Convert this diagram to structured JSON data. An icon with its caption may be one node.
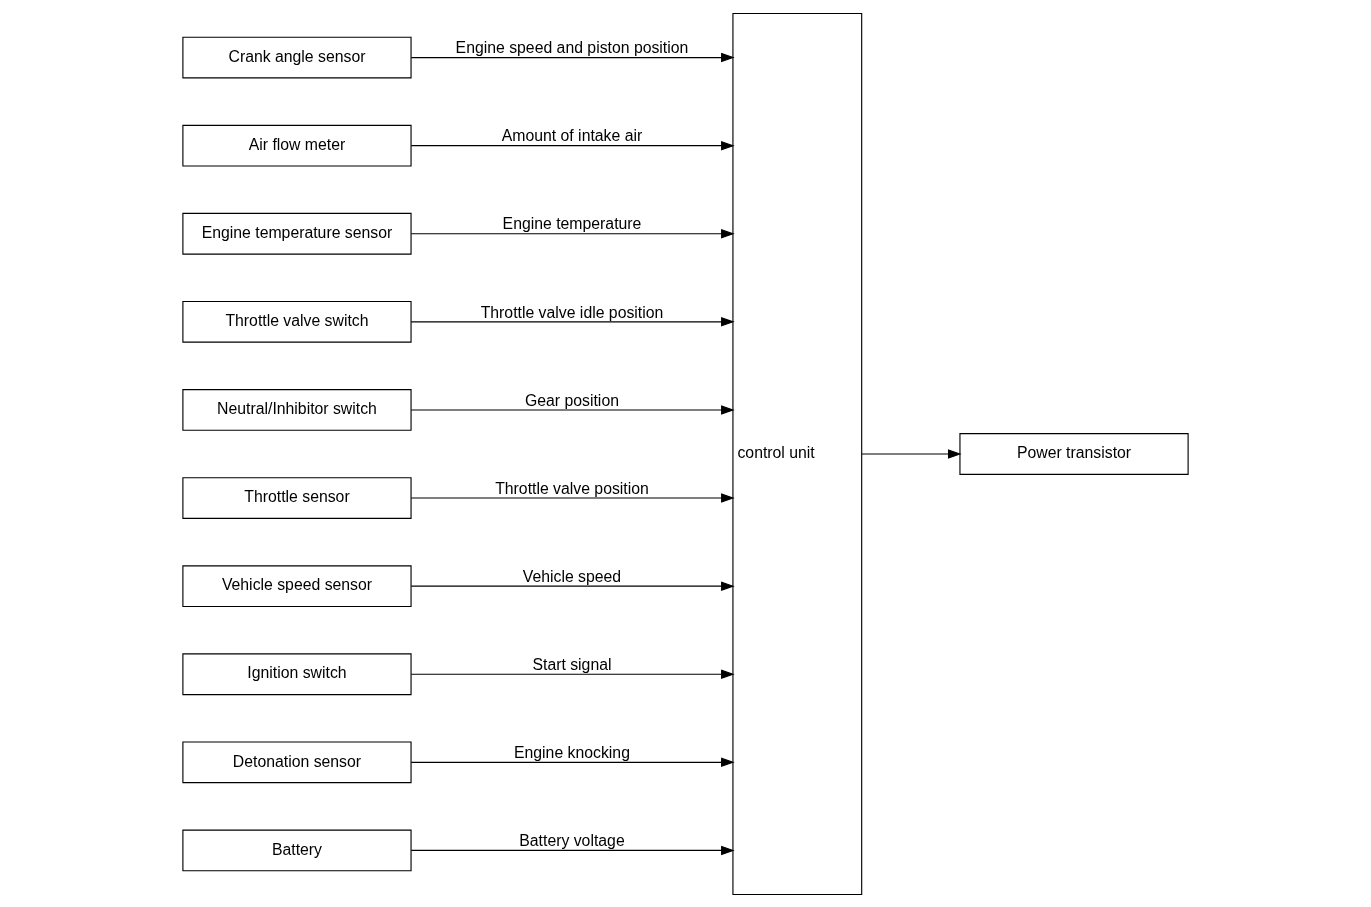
{
  "diagram": {
    "nodes": [
      {
        "text": [
          "Crank angle sensor"
        ]
      },
      {
        "text": [
          "Air flow meter"
        ]
      },
      {
        "text": [
          "Engine temperature sensor"
        ]
      },
      {
        "text": [
          "Throttle valve switch"
        ]
      },
      {
        "text": [
          "Neutral/Inhibitor switch"
        ]
      },
      {
        "text": [
          "Throttle sensor"
        ]
      },
      {
        "text": [
          "Vehicle speed sensor"
        ]
      },
      {
        "text": [
          "Ignition switch"
        ]
      },
      {
        "text": [
          "Detonation sensor"
        ]
      },
      {
        "text": [
          "Battery"
        ]
      },
      {
        "text": [
          "control unit"
        ]
      },
      {
        "text": [
          "Power transistor"
        ]
      }
    ],
    "edges": [
      {
        "from": 0,
        "to": 10,
        "arrow": "to",
        "label": "Engine speed and piston position"
      },
      {
        "from": 1,
        "to": 10,
        "arrow": "to",
        "label": "Amount of intake air"
      },
      {
        "from": 2,
        "to": 10,
        "arrow": "to",
        "label": "Engine temperature"
      },
      {
        "from": 3,
        "to": 10,
        "arrow": "to",
        "label": "Throttle valve idle position"
      },
      {
        "from": 4,
        "to": 10,
        "arrow": "to",
        "label": "Gear position"
      },
      {
        "from": 5,
        "to": 10,
        "arrow": "to",
        "label": "Throttle valve position"
      },
      {
        "from": 6,
        "to": 10,
        "arrow": "to",
        "label": "Vehicle speed"
      },
      {
        "from": 7,
        "to": 10,
        "arrow": "to",
        "label": "Start signal"
      },
      {
        "from": 8,
        "to": 10,
        "arrow": "to",
        "label": "Engine knocking"
      },
      {
        "from": 9,
        "to": 10,
        "arrow": "to",
        "label": "Battery voltage"
      },
      {
        "from": 10,
        "to": 11,
        "arrow": "to"
      }
    ]
  }
}
